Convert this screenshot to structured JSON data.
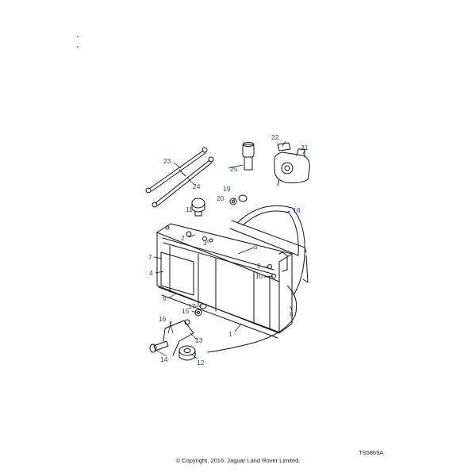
{
  "callouts": [
    {
      "label": "1"
    },
    {
      "label": "2"
    },
    {
      "label": "3"
    },
    {
      "label": "4"
    },
    {
      "label": "5"
    },
    {
      "label": "6"
    },
    {
      "label": "7"
    },
    {
      "label": "8"
    },
    {
      "label": "9"
    },
    {
      "label": "10"
    },
    {
      "label": "11"
    },
    {
      "label": "12"
    },
    {
      "label": "13"
    },
    {
      "label": "14"
    },
    {
      "label": "15"
    },
    {
      "label": "16"
    },
    {
      "label": "17"
    },
    {
      "label": "18"
    },
    {
      "label": "19"
    },
    {
      "label": "20"
    },
    {
      "label": "21"
    },
    {
      "label": "22"
    },
    {
      "label": "23"
    },
    {
      "label": "24"
    },
    {
      "label": "25"
    }
  ],
  "reference_code": "TS5869A",
  "copyright": "© Copyright, 2016. Jaguar Land Rover Limited.",
  "colors": {
    "callout": "#1f3fbf",
    "line": "#111111"
  }
}
